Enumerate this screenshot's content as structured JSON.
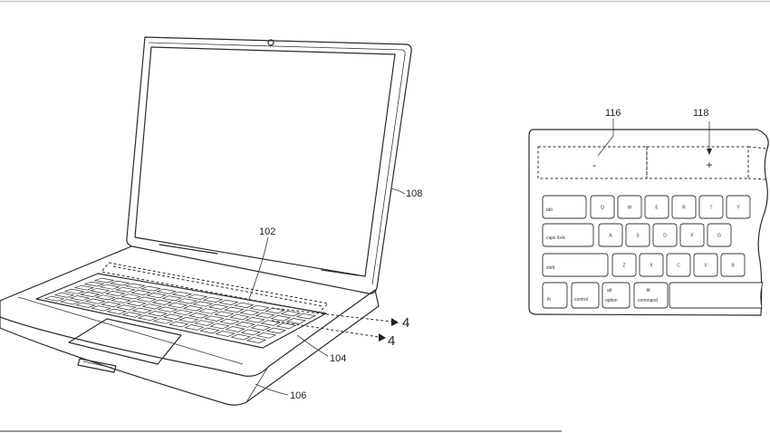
{
  "figure": {
    "labels": {
      "touch_strip": "102",
      "keyboard": "104",
      "base": "106",
      "display": "108",
      "section_a": "4",
      "section_b": "4",
      "minus_zone": "116",
      "plus_zone": "118"
    },
    "symbols": {
      "minus": "-",
      "plus": "+"
    },
    "keys": {
      "tab": "tab",
      "caps": "caps lock",
      "shift": "shift",
      "fn": "fn",
      "control": "control",
      "option": "option",
      "option_alt": "alt",
      "command": "command",
      "command_glyph": "⌘",
      "row1": [
        "Q",
        "W",
        "E",
        "R",
        "T",
        "Y"
      ],
      "row2": [
        "A",
        "S",
        "D",
        "F",
        "G"
      ],
      "row3": [
        "Z",
        "X",
        "C",
        "V",
        "B"
      ]
    }
  }
}
